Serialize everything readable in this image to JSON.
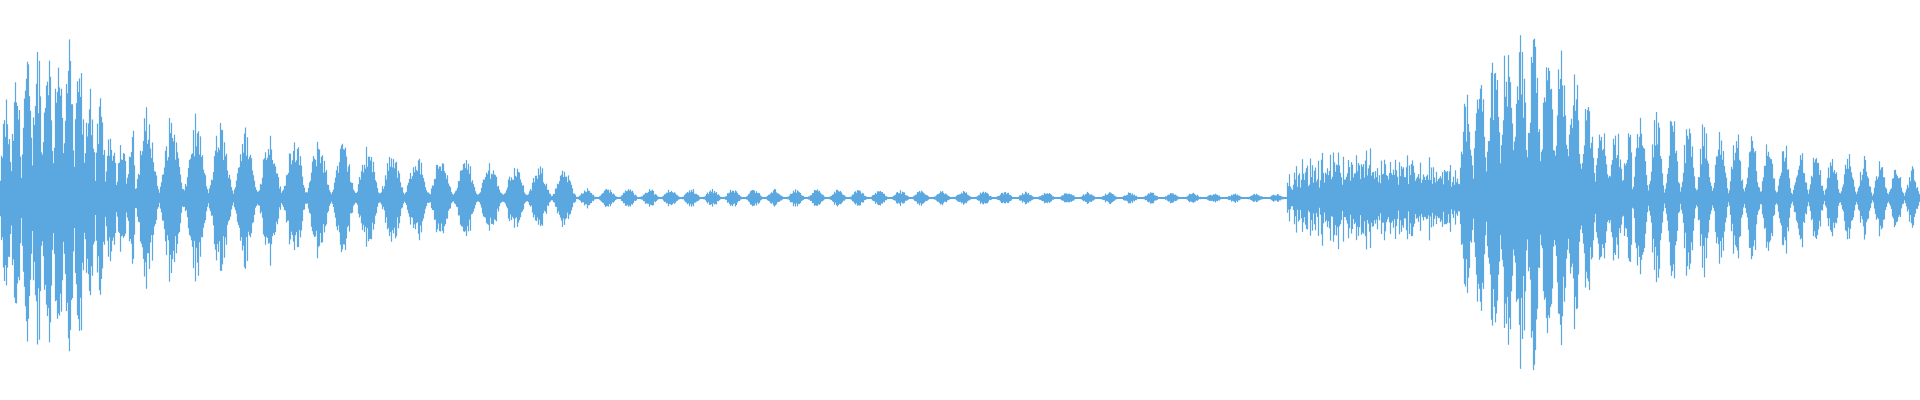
{
  "waveform": {
    "color": "#5ba7e0",
    "background": "#ffffff",
    "amplitude_range": [
      -1,
      1
    ],
    "segments": [
      {
        "from": 0.0,
        "to": 0.07,
        "peak": 0.95,
        "pattern": "dense-burst"
      },
      {
        "from": 0.07,
        "to": 0.3,
        "peak": 0.5,
        "pattern": "decaying-pulses"
      },
      {
        "from": 0.3,
        "to": 0.67,
        "peak": 0.06,
        "pattern": "quiet-pulses"
      },
      {
        "from": 0.67,
        "to": 0.76,
        "peak": 0.32,
        "pattern": "noise"
      },
      {
        "from": 0.76,
        "to": 0.85,
        "peak": 0.98,
        "pattern": "dense-burst"
      },
      {
        "from": 0.85,
        "to": 1.0,
        "peak": 0.55,
        "pattern": "decaying-pulses"
      }
    ]
  }
}
